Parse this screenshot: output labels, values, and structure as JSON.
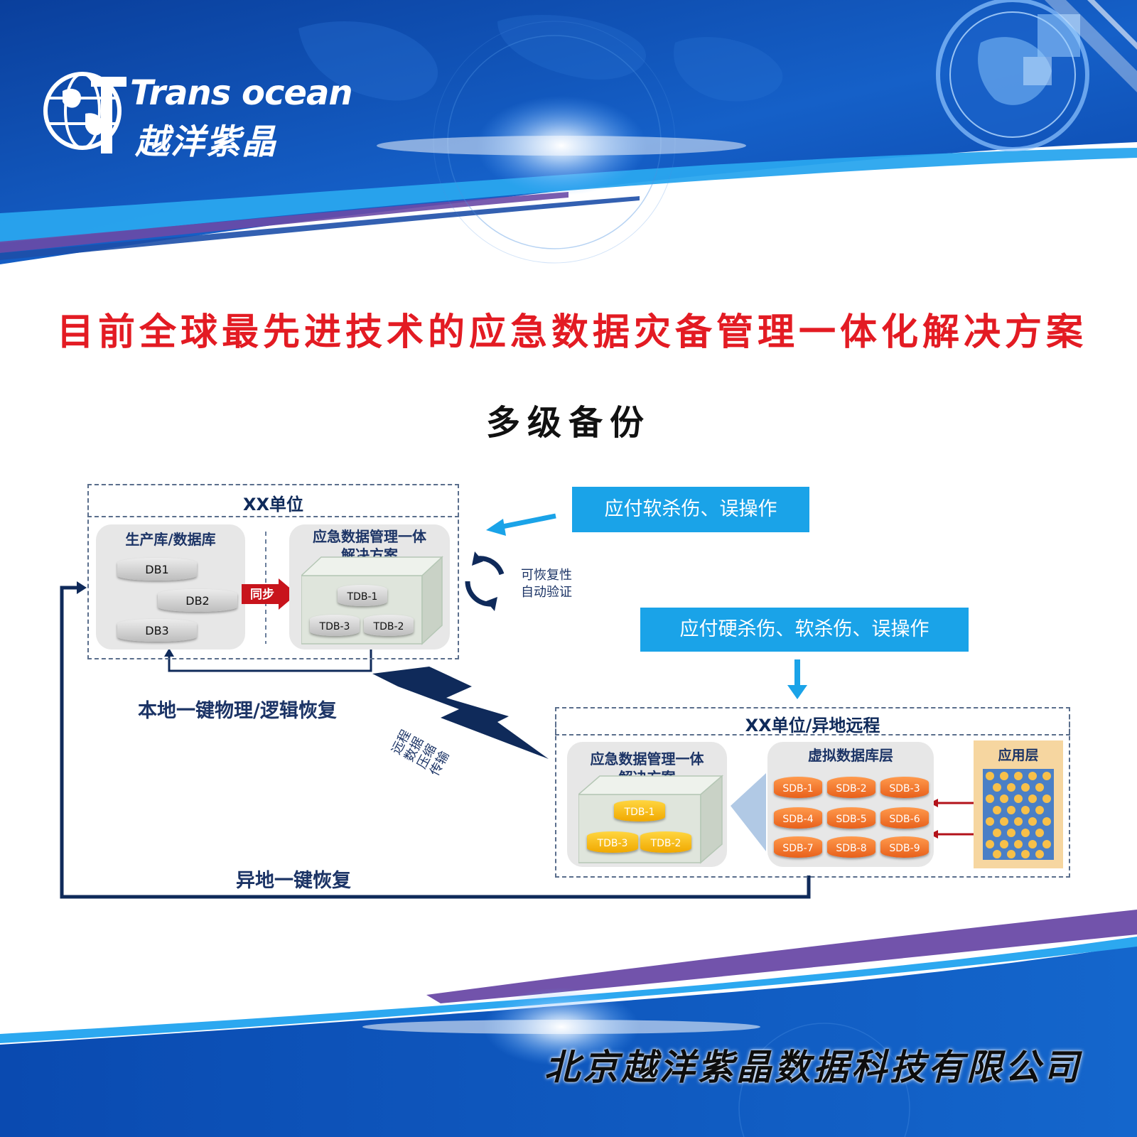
{
  "header": {
    "logo_en": "Trans ocean",
    "logo_cn": "越洋紫晶"
  },
  "title": "目前全球最先进技术的应急数据灾备管理一体化解决方案",
  "subtitle": "多级备份",
  "diagram": {
    "local_site": {
      "label": "XX单位",
      "production_panel": {
        "title": "生产库/数据库",
        "disks": [
          "DB1",
          "DB2",
          "DB3"
        ]
      },
      "sync_label": "同步",
      "solution_panel": {
        "title_line1": "应急数据管理一体",
        "title_line2": "解决方案",
        "disks": [
          "TDB-1",
          "TDB-3",
          "TDB-2"
        ]
      }
    },
    "callout_soft": "应付软杀伤、误操作",
    "recover_note_line1": "可恢复性",
    "recover_note_line2": "自动验证",
    "callout_hard": "应付硬杀伤、软杀伤、误操作",
    "local_recovery_label": "本地一键物理/逻辑恢复",
    "remote_transfer_label": [
      "远程",
      "数据",
      "压缩",
      "传输"
    ],
    "remote_site": {
      "label": "XX单位/异地远程",
      "solution_panel": {
        "title_line1": "应急数据管理一体",
        "title_line2": "解决方案",
        "disks": [
          "TDB-1",
          "TDB-3",
          "TDB-2"
        ]
      },
      "virtual_db_panel": {
        "title": "虚拟数据库层",
        "disks": [
          "SDB-1",
          "SDB-2",
          "SDB-3",
          "SDB-4",
          "SDB-5",
          "SDB-6",
          "SDB-7",
          "SDB-8",
          "SDB-9"
        ]
      },
      "app_panel": {
        "title": "应用层"
      }
    },
    "remote_recovery_label": "异地一键恢复"
  },
  "footer": {
    "company": "北京越洋紫晶数据科技有限公司"
  },
  "colors": {
    "brand_blue": "#0a4fb0",
    "title_red": "#e31b23",
    "callout_blue": "#1aa3e8",
    "navy": "#0f2a5a",
    "sdb_orange": "#f07a2c",
    "tdb_gold": "#f5c518"
  }
}
